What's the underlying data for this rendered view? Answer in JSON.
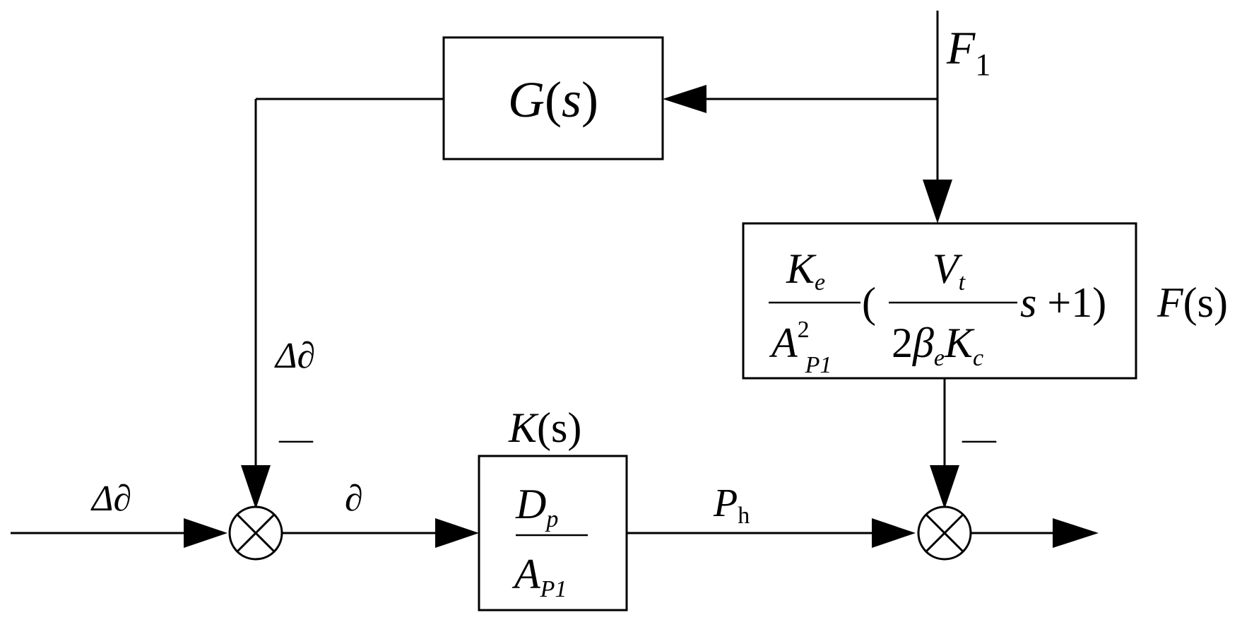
{
  "blocks": {
    "g": {
      "label_main": "G",
      "label_paren_open": "(",
      "label_arg": "s",
      "label_paren_close": ")"
    },
    "f": {
      "name_main": "F",
      "name_arg": "(s)",
      "ke_main": "K",
      "ke_sub": "e",
      "a_main": "A",
      "a_sup": "2",
      "a_sub": "P1",
      "open_paren": "(",
      "vt_main": "V",
      "vt_sub": "t",
      "den2_coef": "2",
      "den2_beta": "β",
      "den2_beta_sub": "e",
      "den2_k": "K",
      "den2_k_sub": "c",
      "tail_s": "s",
      "tail_plus_one": " +1)"
    },
    "k": {
      "name_main": "K",
      "name_arg": "(s)",
      "dp_main": "D",
      "dp_sub": "p",
      "ap_main": "A",
      "ap_sub": "P1"
    }
  },
  "signals": {
    "input_f1_main": "F",
    "input_f1_sub": "1",
    "feedback_delta": "Δ∂",
    "input_delta": "Δ∂",
    "error_signal": "∂",
    "ph_main": "P",
    "ph_sub": "h"
  },
  "signs": {
    "sum1_feedback_sign": "—",
    "sum2_feedback_sign": "—"
  }
}
